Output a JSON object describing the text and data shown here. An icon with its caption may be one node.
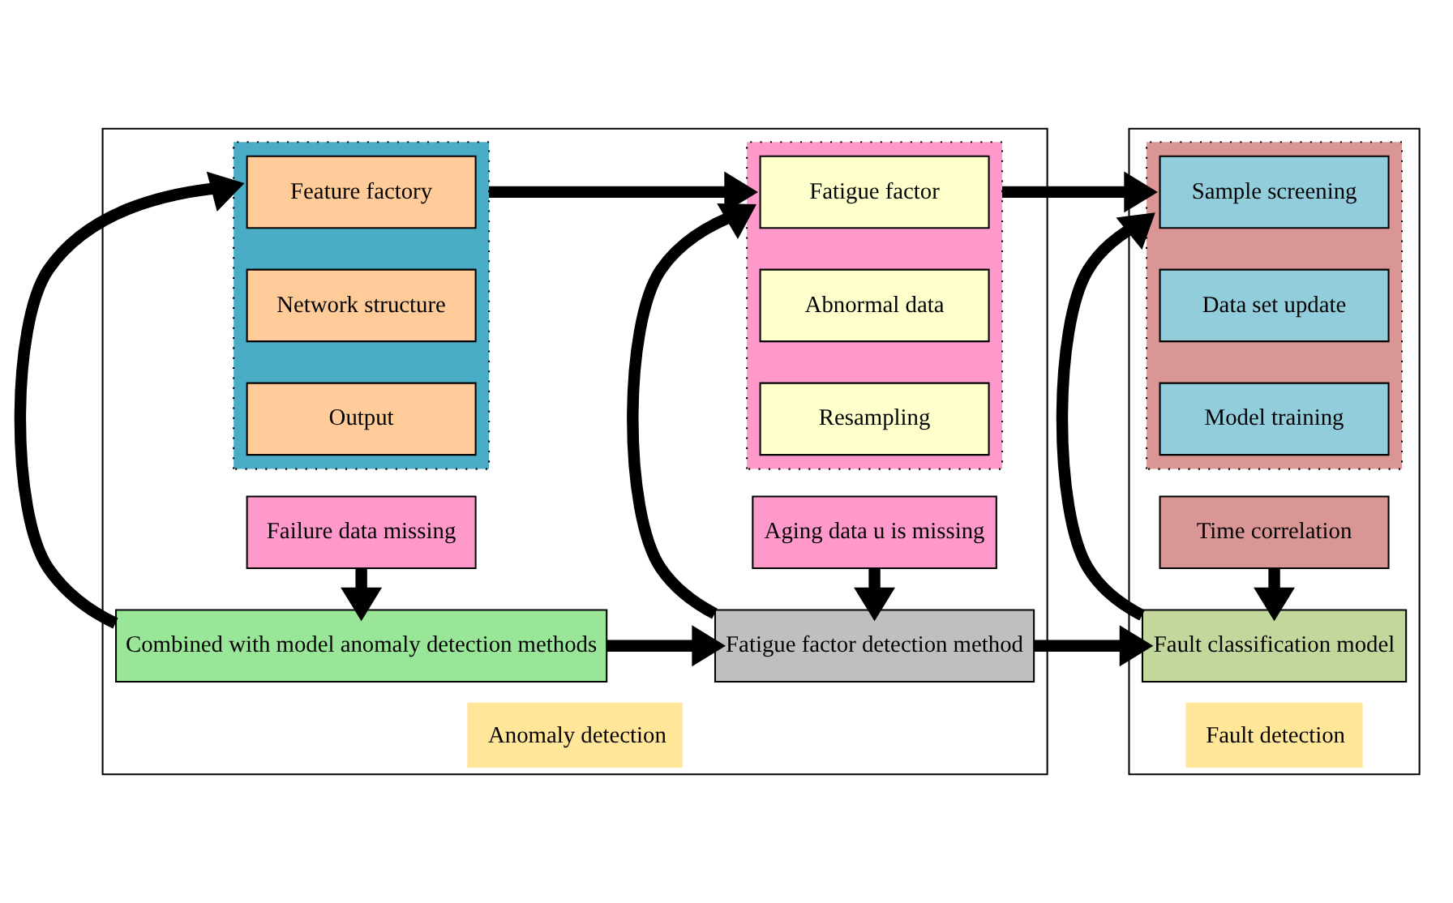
{
  "diagram": {
    "nodes": [
      {
        "text": [
          "Anomaly detection"
        ]
      },
      {
        "text": [
          "Failure data missing"
        ],
        "in": 0
      },
      {
        "text": [
          "Aging data u is missing"
        ],
        "in": 0
      },
      {
        "text": [
          "Combined with model anomaly detection methods"
        ],
        "in": 0
      },
      {
        "text": [
          "Fatigue factor detection method"
        ],
        "in": 0
      },
      {
        "text": [],
        "shape": "box",
        "in": 0
      },
      {
        "text": [
          "Feature factory"
        ],
        "in": 5
      },
      {
        "text": [
          "Network structure"
        ],
        "in": 5
      },
      {
        "text": [
          "Output"
        ],
        "in": 5
      },
      {
        "text": [],
        "shape": "box",
        "in": 0
      },
      {
        "text": [
          "Fatigue factor"
        ],
        "in": 9
      },
      {
        "text": [
          "Abnormal data"
        ],
        "in": 9
      },
      {
        "text": [
          "Resampling"
        ],
        "in": 9
      },
      {
        "text": [
          "Fault detection"
        ]
      },
      {
        "text": [
          "Time correlation"
        ],
        "in": 13
      },
      {
        "text": [
          "Fault classification model"
        ],
        "in": 13
      },
      {
        "text": [],
        "shape": "box",
        "in": 13
      },
      {
        "text": [
          "Sample screening"
        ],
        "in": 16
      },
      {
        "text": [
          "Data set update"
        ],
        "in": 16
      },
      {
        "text": [
          "Model training"
        ],
        "in": 16
      }
    ],
    "edges": [
      {
        "from": 1,
        "to": 3,
        "arrow": "to"
      },
      {
        "from": 2,
        "to": 4,
        "arrow": "to"
      },
      {
        "from": 14,
        "to": 15,
        "arrow": "to"
      },
      {
        "from": 3,
        "to": 4,
        "arrow": "to"
      },
      {
        "from": 4,
        "to": 15,
        "arrow": "to"
      },
      {
        "from": 3,
        "to": 5,
        "arrow": "to"
      },
      {
        "from": 4,
        "to": 9,
        "arrow": "to"
      },
      {
        "from": 15,
        "to": 16,
        "arrow": "to"
      },
      {
        "from": 5,
        "to": 9,
        "arrow": "to"
      },
      {
        "from": 9,
        "to": 16,
        "arrow": "to"
      }
    ]
  }
}
